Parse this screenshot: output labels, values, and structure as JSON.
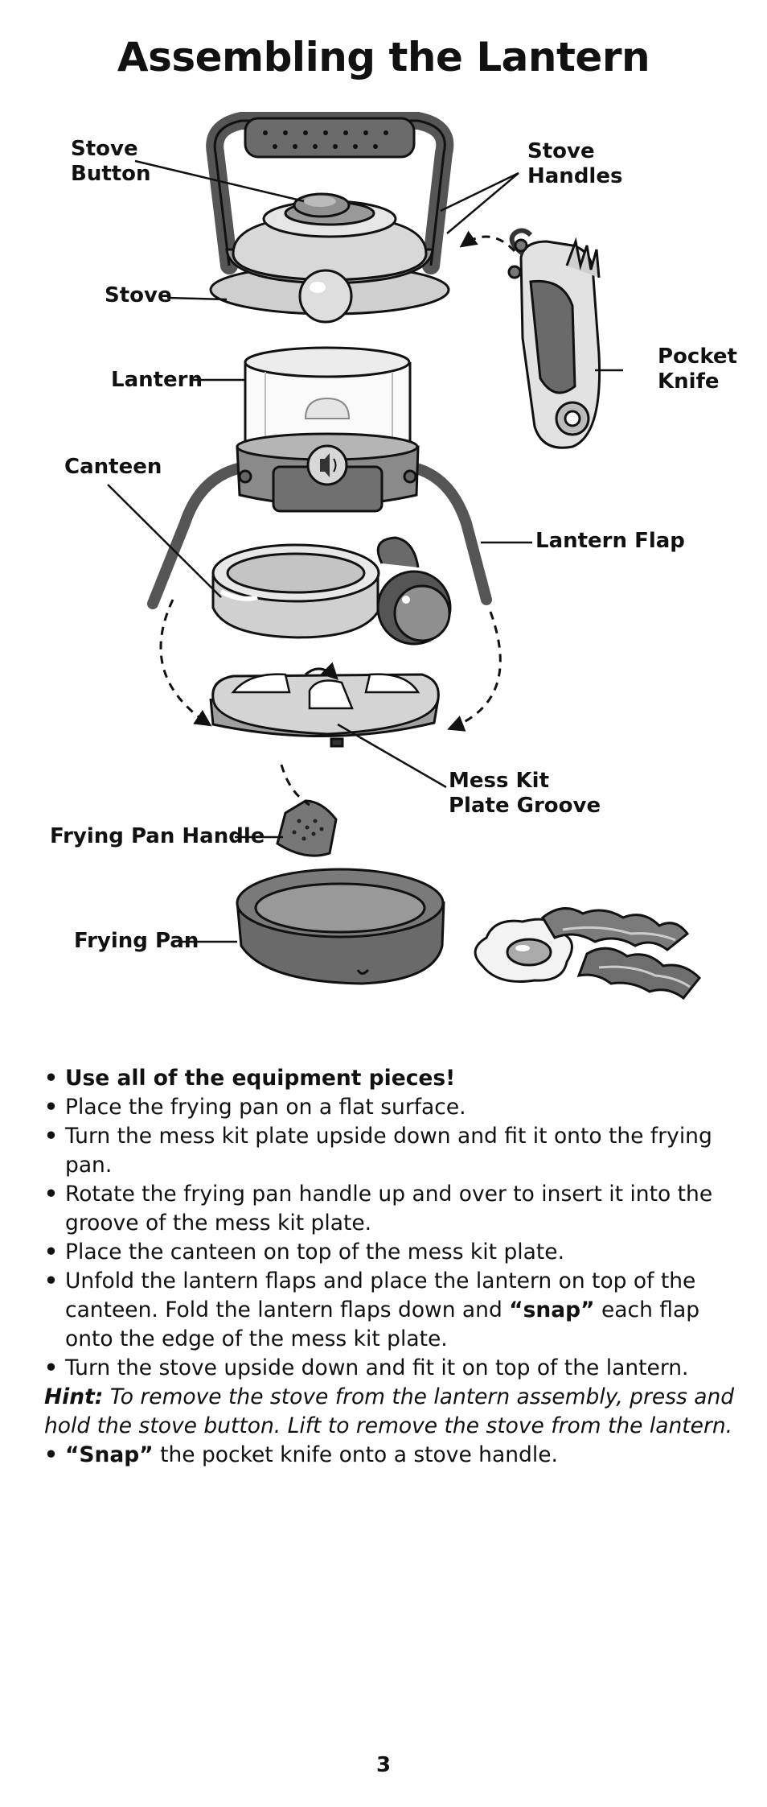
{
  "title": "Assembling the Lantern",
  "labels": {
    "stove_button": "Stove\nButton",
    "stove_handles": "Stove\nHandles",
    "stove": "Stove",
    "pocket_knife": "Pocket\nKnife",
    "lantern": "Lantern",
    "canteen": "Canteen",
    "lantern_flap": "Lantern Flap",
    "mess_kit_plate_groove": "Mess Kit\nPlate Groove",
    "frying_pan_handle": "Frying Pan Handle",
    "frying_pan": "Frying Pan"
  },
  "instructions": [
    {
      "text": "Use all of the equipment pieces!"
    },
    {
      "text": "Place the frying pan on a flat surface."
    },
    {
      "text": "Turn the mess kit plate upside down and fit it onto the frying pan."
    },
    {
      "text": "Rotate the frying pan handle up and over to insert it into the groove of the mess kit plate."
    },
    {
      "text": "Place the canteen on top of the mess kit plate."
    },
    {
      "text_before": "Unfold the lantern flaps and place the lantern on top of the canteen. Fold the lantern flaps down and ",
      "emph": "“snap”",
      "text_after": " each flap onto the edge of the mess kit plate."
    },
    {
      "text": "Turn the stove upside down and fit it on top of the lantern."
    }
  ],
  "hint": {
    "label": "Hint:",
    "text": " To remove the stove from the lantern assembly, press and hold the stove button. Lift to remove the stove from the lantern."
  },
  "final_instruction": {
    "emph": "“Snap”",
    "text": " the pocket knife onto a stove handle."
  },
  "page_number": "3"
}
